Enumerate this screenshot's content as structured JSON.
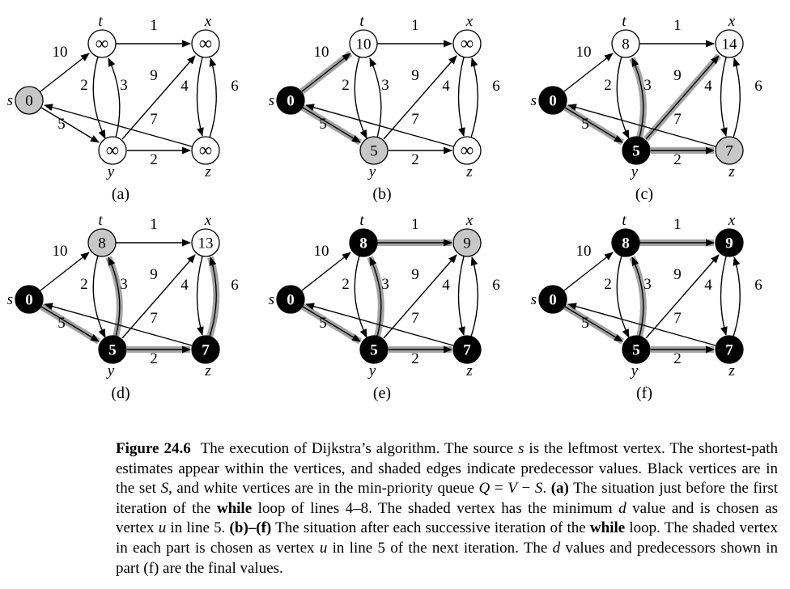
{
  "colors": {
    "node_queue_fill": "#ffffff",
    "node_chosen_fill": "#c7c7c7",
    "node_done_fill": "#000000",
    "node_stroke": "#000000",
    "edge_color": "#000000",
    "shaded_edge_color": "#a3a3a3",
    "text_color": "#000000",
    "done_value_color": "#ffffff"
  },
  "graph": {
    "vertices": [
      "s",
      "t",
      "x",
      "y",
      "z"
    ],
    "edges": [
      {
        "from": "s",
        "to": "t",
        "weight": "10"
      },
      {
        "from": "s",
        "to": "y",
        "weight": "5"
      },
      {
        "from": "t",
        "to": "x",
        "weight": "1"
      },
      {
        "from": "t",
        "to": "y",
        "weight": "2"
      },
      {
        "from": "y",
        "to": "t",
        "weight": "3"
      },
      {
        "from": "y",
        "to": "x",
        "weight": "9"
      },
      {
        "from": "x",
        "to": "z",
        "weight": "4"
      },
      {
        "from": "z",
        "to": "x",
        "weight": "6"
      },
      {
        "from": "z",
        "to": "s",
        "weight": "7"
      },
      {
        "from": "y",
        "to": "z",
        "weight": "2"
      }
    ]
  },
  "panels": [
    {
      "id": "a",
      "label": "(a)",
      "values": {
        "s": "0",
        "t": "∞",
        "x": "∞",
        "y": "∞",
        "z": "∞"
      },
      "states": {
        "s": "chosen",
        "t": "queue",
        "x": "queue",
        "y": "queue",
        "z": "queue"
      },
      "shaded_edges": []
    },
    {
      "id": "b",
      "label": "(b)",
      "values": {
        "s": "0",
        "t": "10",
        "x": "∞",
        "y": "5",
        "z": "∞"
      },
      "states": {
        "s": "done",
        "t": "queue",
        "x": "queue",
        "y": "chosen",
        "z": "queue"
      },
      "shaded_edges": [
        "s-t",
        "s-y"
      ]
    },
    {
      "id": "c",
      "label": "(c)",
      "values": {
        "s": "0",
        "t": "8",
        "x": "14",
        "y": "5",
        "z": "7"
      },
      "states": {
        "s": "done",
        "t": "queue",
        "x": "queue",
        "y": "done",
        "z": "chosen"
      },
      "shaded_edges": [
        "s-y",
        "y-t",
        "y-x",
        "y-z"
      ]
    },
    {
      "id": "d",
      "label": "(d)",
      "values": {
        "s": "0",
        "t": "8",
        "x": "13",
        "y": "5",
        "z": "7"
      },
      "states": {
        "s": "done",
        "t": "chosen",
        "x": "queue",
        "y": "done",
        "z": "done"
      },
      "shaded_edges": [
        "s-y",
        "y-t",
        "y-z",
        "z-x"
      ]
    },
    {
      "id": "e",
      "label": "(e)",
      "values": {
        "s": "0",
        "t": "8",
        "x": "9",
        "y": "5",
        "z": "7"
      },
      "states": {
        "s": "done",
        "t": "done",
        "x": "chosen",
        "y": "done",
        "z": "done"
      },
      "shaded_edges": [
        "s-y",
        "y-t",
        "y-z",
        "t-x"
      ]
    },
    {
      "id": "f",
      "label": "(f)",
      "values": {
        "s": "0",
        "t": "8",
        "x": "9",
        "y": "5",
        "z": "7"
      },
      "states": {
        "s": "done",
        "t": "done",
        "x": "done",
        "y": "done",
        "z": "done"
      },
      "shaded_edges": [
        "s-y",
        "y-t",
        "y-z",
        "t-x"
      ]
    }
  ],
  "caption": {
    "segments": [
      {
        "text": "Figure 24.6",
        "bold": true
      },
      {
        "text": "The execution of Dijkstra’s algorithm. The source "
      },
      {
        "text": "s",
        "italic": true
      },
      {
        "text": " is the leftmost vertex. The shortest-path estimates appear within the vertices, and shaded edges indicate predecessor values. Black vertices are in the set "
      },
      {
        "text": "S",
        "italic": true
      },
      {
        "text": ", and white vertices are in the min-priority queue "
      },
      {
        "text": "Q",
        "italic": true
      },
      {
        "text": " = "
      },
      {
        "text": "V",
        "italic": true
      },
      {
        "text": " − "
      },
      {
        "text": "S",
        "italic": true
      },
      {
        "text": ". "
      },
      {
        "text": "(a)",
        "bold": true
      },
      {
        "text": " The situation just before the first iteration of the "
      },
      {
        "text": "while",
        "bold": true
      },
      {
        "text": " loop of lines 4–8. The shaded vertex has the minimum "
      },
      {
        "text": "d",
        "italic": true
      },
      {
        "text": " value and is chosen as vertex "
      },
      {
        "text": "u",
        "italic": true
      },
      {
        "text": " in line 5. "
      },
      {
        "text": "(b)–(f)",
        "bold": true
      },
      {
        "text": " The situation after each successive iteration of the "
      },
      {
        "text": "while",
        "bold": true
      },
      {
        "text": " loop. The shaded vertex in each part is chosen as vertex "
      },
      {
        "text": "u",
        "italic": true
      },
      {
        "text": " in line 5 of the next iteration. The "
      },
      {
        "text": "d",
        "italic": true
      },
      {
        "text": " values and predecessors shown in part (f) are the final values."
      }
    ]
  }
}
